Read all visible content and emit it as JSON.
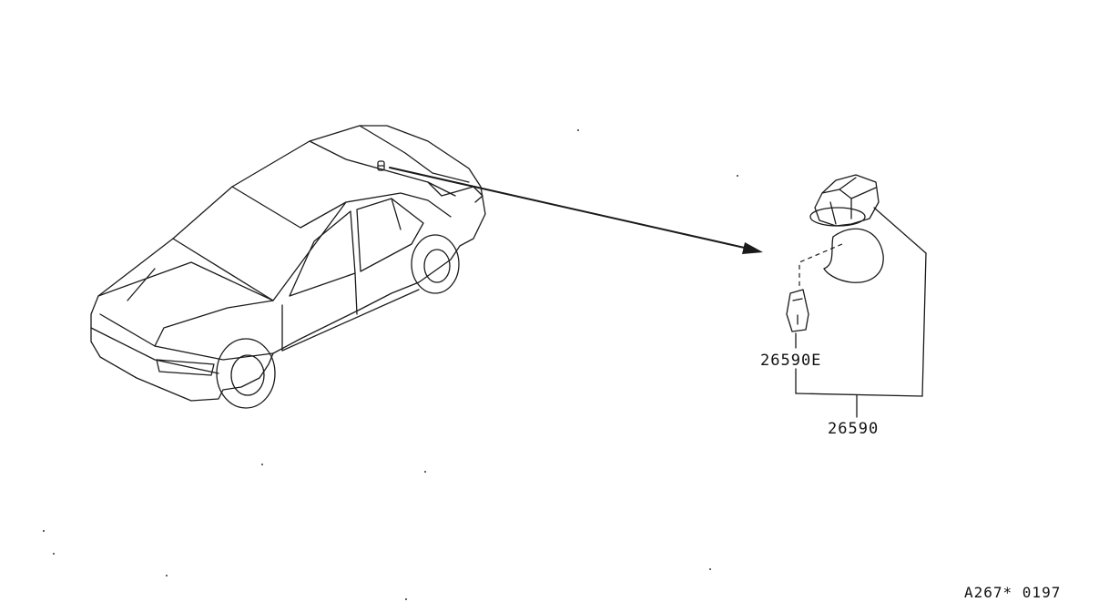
{
  "diagram": {
    "parts": [
      {
        "part_number": "26590E"
      },
      {
        "part_number": "26590"
      }
    ],
    "figure_reference": "A267* 0197"
  }
}
